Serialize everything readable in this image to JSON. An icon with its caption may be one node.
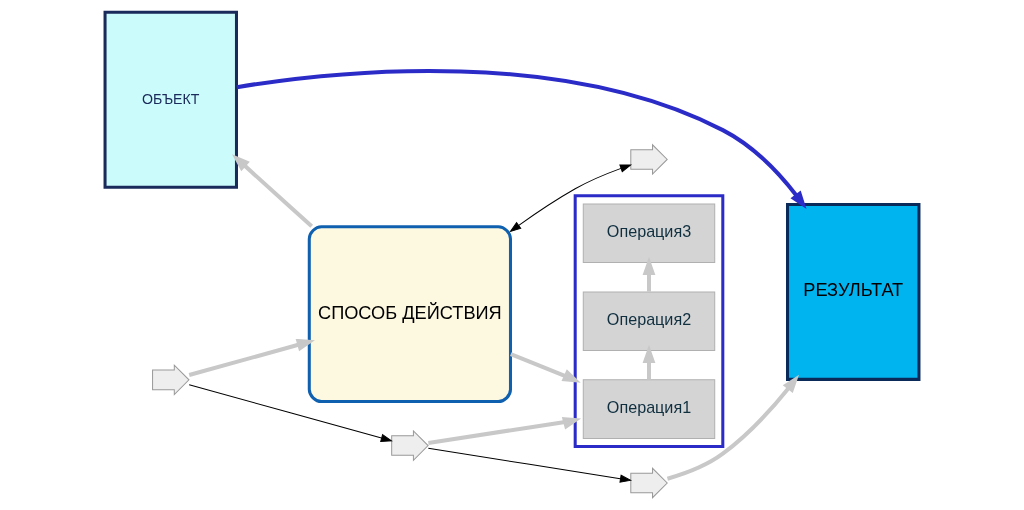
{
  "diagram": {
    "nodes": [
      {
        "text": [
          "ОБЪЕКТ"
        ]
      },
      {
        "text": [
          "СПОСОБ ДЕЙСТВИЯ"
        ]
      },
      {
        "text": [],
        "shape": "box"
      },
      {
        "text": [
          "Операция1"
        ],
        "in": 2
      },
      {
        "text": [
          "Операция2"
        ],
        "in": 2
      },
      {
        "text": [
          "Операция3"
        ],
        "in": 2
      },
      {
        "text": [
          "РЕЗУЛЬТАТ"
        ]
      },
      {
        "text": [],
        "shape": "arrow"
      },
      {
        "text": [],
        "shape": "arrow"
      },
      {
        "text": [],
        "shape": "arrow"
      },
      {
        "text": [],
        "shape": "arrow"
      }
    ],
    "edges": [
      {
        "from": 1,
        "to": 0,
        "arrow": "to",
        "color": "#c8c8c8"
      },
      {
        "from": 1,
        "to": 2,
        "arrow": "to",
        "color": "#c8c8c8"
      },
      {
        "from": 3,
        "to": 4,
        "arrow": "to",
        "color": "#c8c8c8"
      },
      {
        "from": 4,
        "to": 5,
        "arrow": "to",
        "color": "#c8c8c8"
      },
      {
        "from": 0,
        "to": 6,
        "arrow": "to",
        "color": "#2b2bc8"
      },
      {
        "from": 1,
        "to": 10,
        "arrow": "both",
        "color": "#000000"
      },
      {
        "from": 7,
        "to": 1,
        "arrow": "to",
        "color": "#c8c8c8"
      },
      {
        "from": 8,
        "to": 2,
        "arrow": "to",
        "color": "#c8c8c8"
      },
      {
        "from": 9,
        "to": 6,
        "arrow": "to",
        "color": "#c8c8c8"
      },
      {
        "from": 7,
        "to": 8,
        "arrow": "to",
        "color": "#000000"
      },
      {
        "from": 8,
        "to": 9,
        "arrow": "to",
        "color": "#000000"
      }
    ]
  }
}
